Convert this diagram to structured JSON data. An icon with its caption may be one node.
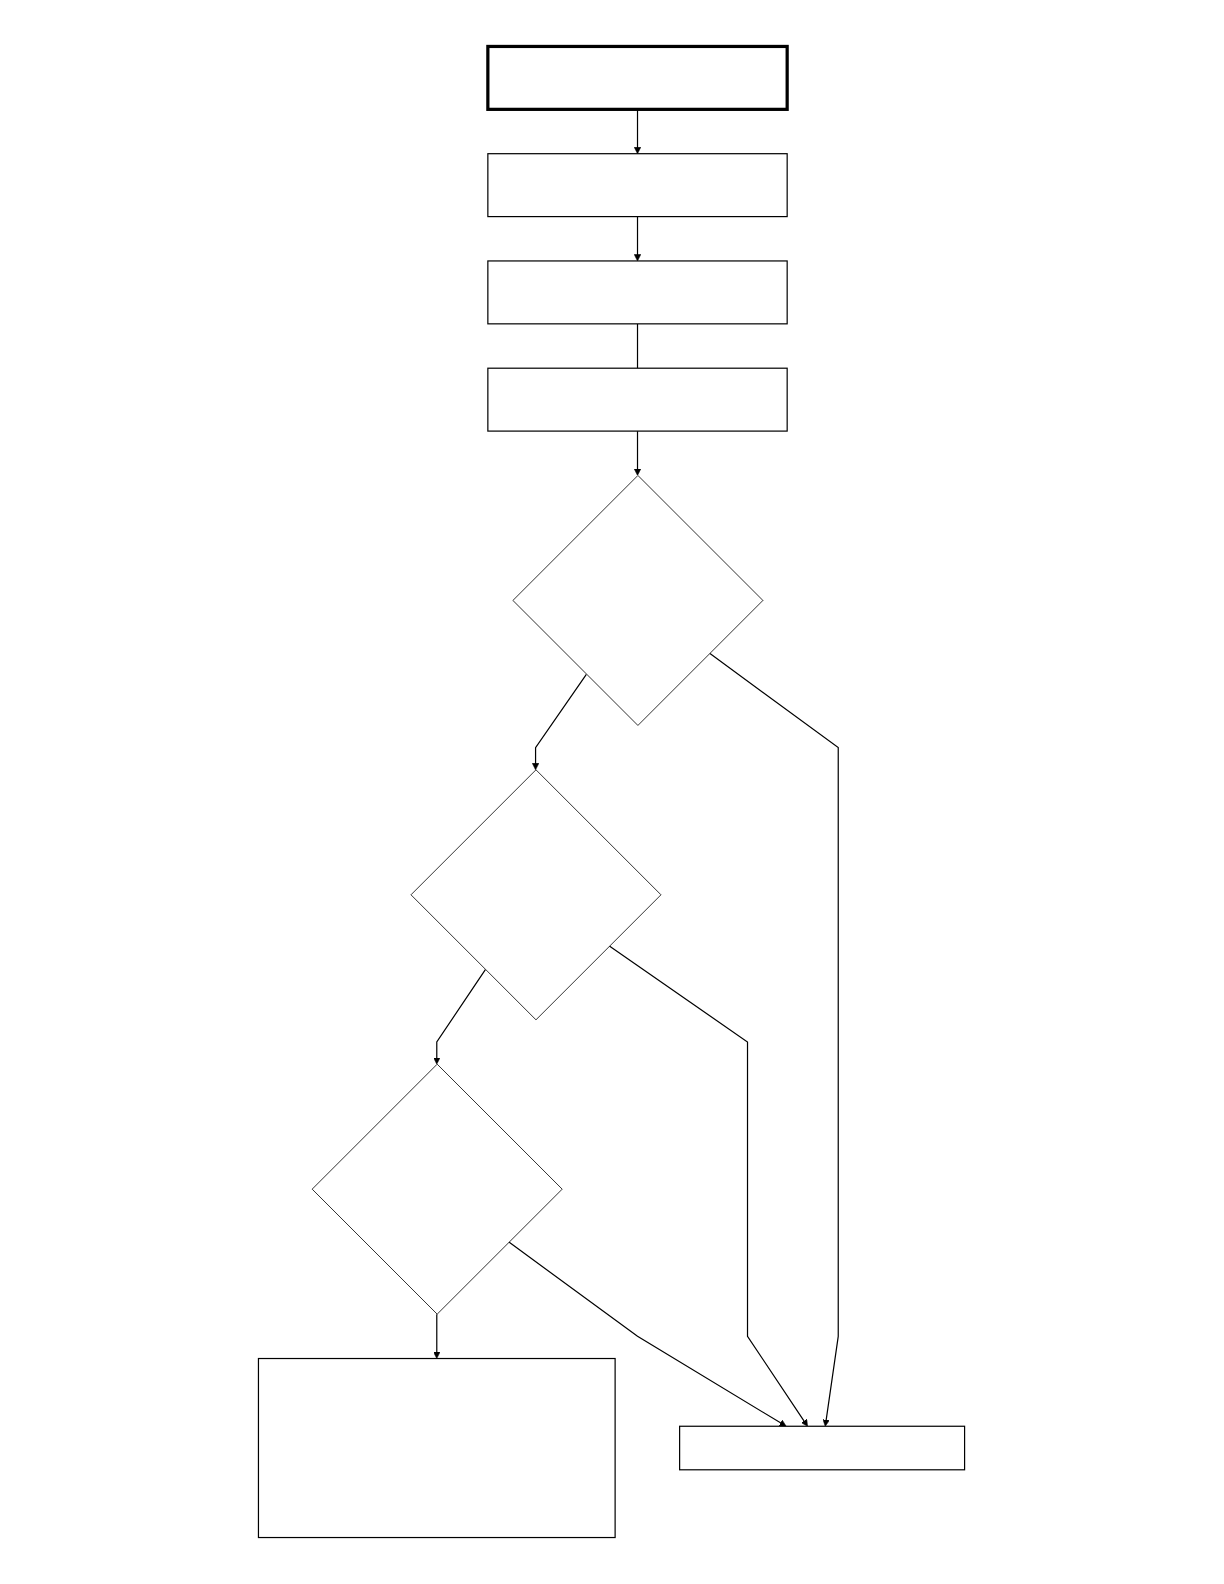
{
  "diagram": {
    "nodes": [
      {
        "text": [],
        "shape": "box"
      },
      {
        "text": [],
        "shape": "box"
      },
      {
        "text": [],
        "shape": "box"
      },
      {
        "text": [],
        "shape": "box"
      },
      {
        "text": [],
        "shape": "diamond"
      },
      {
        "text": [],
        "shape": "diamond"
      },
      {
        "text": [],
        "shape": "diamond"
      },
      {
        "text": [],
        "shape": "box"
      },
      {
        "text": [],
        "shape": "box"
      }
    ],
    "edges": [
      {
        "from": 0,
        "to": 1,
        "arrow": "to"
      },
      {
        "from": 1,
        "to": 2,
        "arrow": "to"
      },
      {
        "from": 2,
        "to": 3,
        "arrow": "none"
      },
      {
        "from": 3,
        "to": 4,
        "arrow": "to"
      },
      {
        "from": 4,
        "to": 5,
        "arrow": "to"
      },
      {
        "from": 5,
        "to": 6,
        "arrow": "to"
      },
      {
        "from": 6,
        "to": 8,
        "arrow": "to"
      },
      {
        "from": 4,
        "to": 7,
        "arrow": "to"
      },
      {
        "from": 5,
        "to": 7,
        "arrow": "to"
      },
      {
        "from": 6,
        "to": 7,
        "arrow": "to"
      }
    ]
  }
}
